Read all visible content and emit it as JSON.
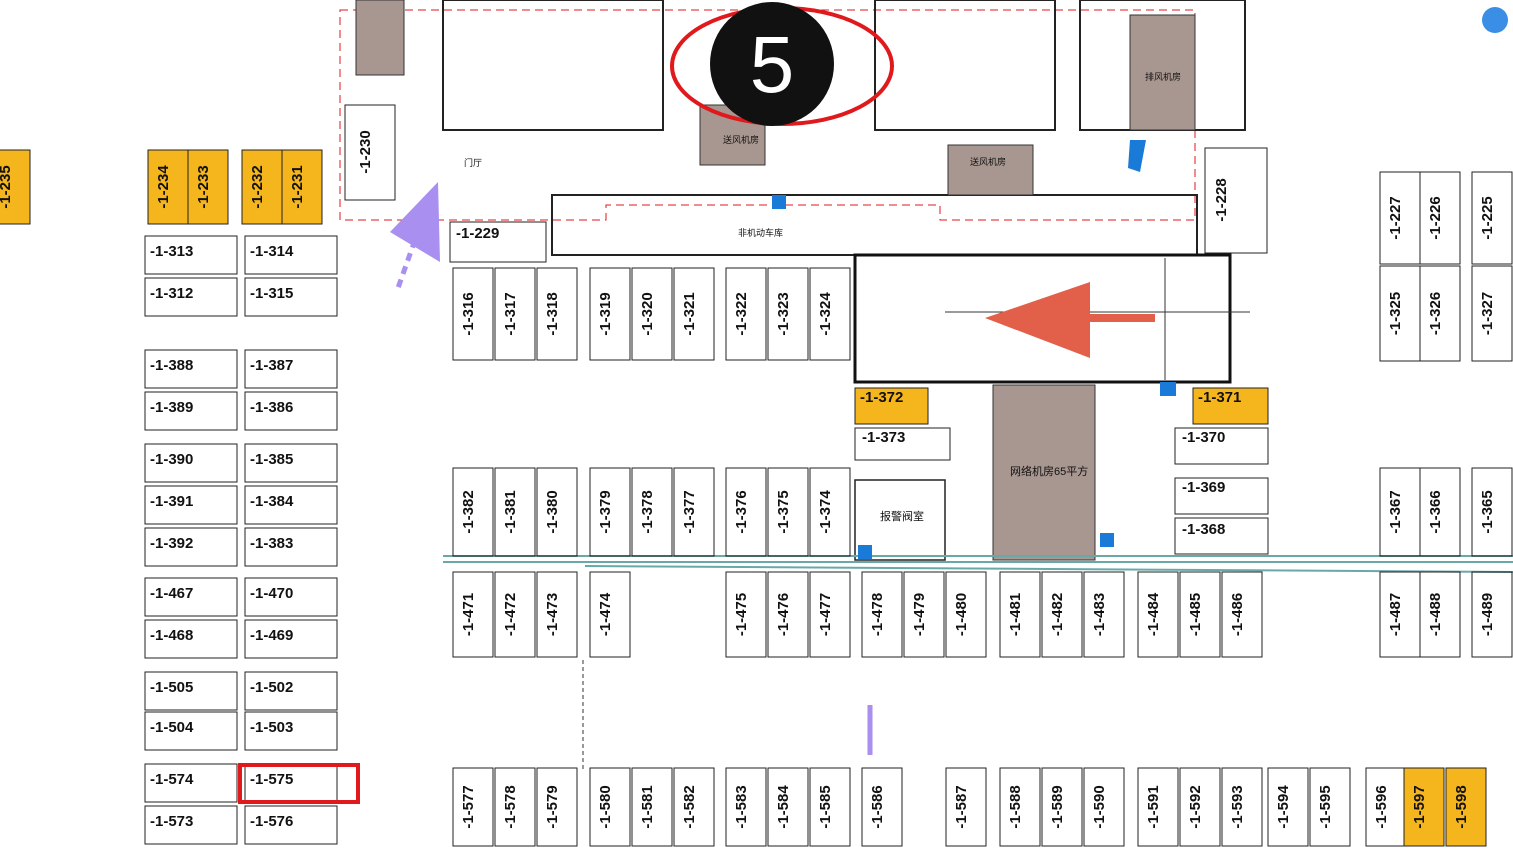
{
  "zone_marker": "5",
  "room_labels": {
    "network_room": "网络机房65平方",
    "alarm_room": "报警阀室",
    "non_motor": "非机动车库",
    "vent_room_a": "送风机房",
    "vent_room_b": "送风机房",
    "door_hall": "门厅",
    "fan_room": "排风机房"
  },
  "spaces": {
    "left_col": [
      "-1-235"
    ],
    "left_stack_a": [
      "-1-313",
      "-1-312",
      "-1-388",
      "-1-389",
      "-1-390",
      "-1-391",
      "-1-392",
      "-1-467",
      "-1-468",
      "-1-505",
      "-1-504",
      "-1-574",
      "-1-573"
    ],
    "left_stack_b": [
      "-1-314",
      "-1-315",
      "-1-387",
      "-1-386",
      "-1-385",
      "-1-384",
      "-1-383",
      "-1-470",
      "-1-469",
      "-1-502",
      "-1-503",
      "-1-575",
      "-1-576"
    ],
    "yellow_top": [
      "-1-234",
      "-1-233",
      "-1-232",
      "-1-231"
    ],
    "row_316": [
      "-1-316",
      "-1-317",
      "-1-318",
      "-1-319",
      "-1-320",
      "-1-321",
      "-1-322",
      "-1-323",
      "-1-324"
    ],
    "row_382": [
      "-1-382",
      "-1-381",
      "-1-380",
      "-1-379",
      "-1-378",
      "-1-377",
      "-1-376",
      "-1-375",
      "-1-374"
    ],
    "row_471": [
      "-1-471",
      "-1-472",
      "-1-473",
      "-1-474",
      "-1-475",
      "-1-476",
      "-1-477",
      "-1-478",
      "-1-479",
      "-1-480",
      "-1-481",
      "-1-482",
      "-1-483",
      "-1-484",
      "-1-485",
      "-1-486"
    ],
    "row_577": [
      "-1-577",
      "-1-578",
      "-1-579",
      "-1-580",
      "-1-581",
      "-1-582",
      "-1-583",
      "-1-584",
      "-1-585",
      "-1-586",
      "-1-587",
      "-1-588",
      "-1-589",
      "-1-590",
      "-1-591",
      "-1-592",
      "-1-593",
      "-1-594",
      "-1-595",
      "-1-596",
      "-1-597",
      "-1-598"
    ],
    "right_col": [
      "-1-227",
      "-1-226",
      "-1-225",
      "-1-325",
      "-1-326",
      "-1-327",
      "-1-367",
      "-1-366",
      "-1-365",
      "-1-487",
      "-1-488",
      "-1-489"
    ],
    "mid_block": [
      "-1-372",
      "-1-373",
      "-1-371",
      "-1-370",
      "-1-369",
      "-1-368"
    ],
    "misc": [
      "-1-230",
      "-1-229",
      "-1-228"
    ]
  },
  "colors": {
    "yellow": "#f5b51c",
    "brown": "#a89690",
    "highlight": "#e0191c",
    "arrow": "#e2604a",
    "purple": "#a98ff0",
    "blue": "#1a7ad8"
  }
}
